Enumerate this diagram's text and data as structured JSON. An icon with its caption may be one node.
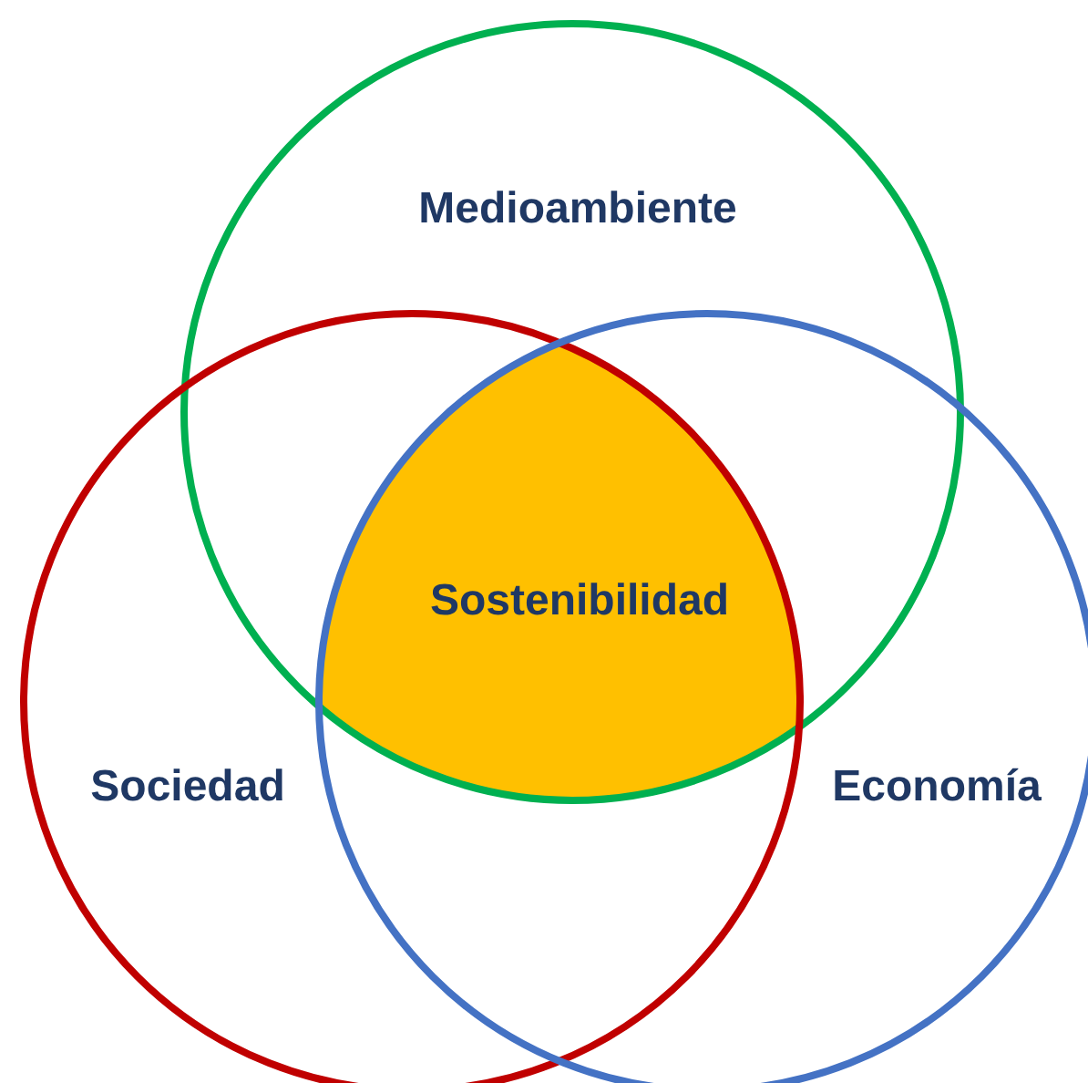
{
  "diagram": {
    "nodes": [
      {
        "text": [
          "Medioambiente"
        ]
      },
      {
        "text": [
          "Sociedad"
        ]
      },
      {
        "text": [
          "Economía"
        ]
      },
      {
        "text": [
          "Sostenibilidad"
        ]
      }
    ]
  }
}
